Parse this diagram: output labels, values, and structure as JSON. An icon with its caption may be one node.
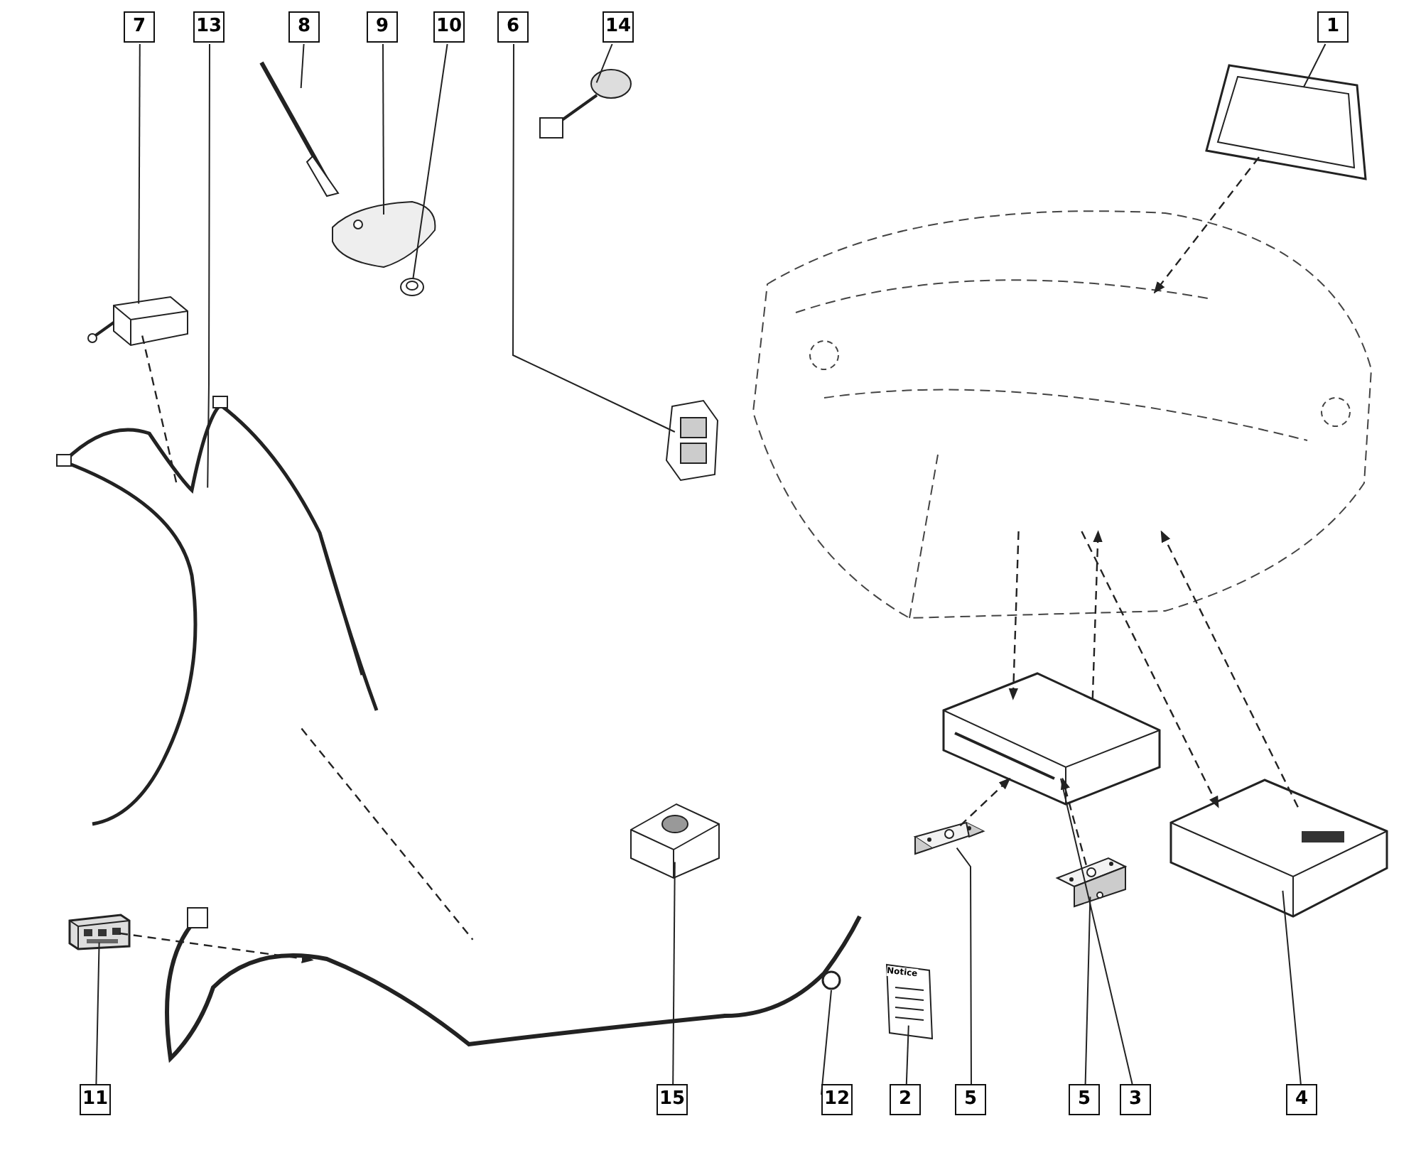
{
  "diagram": {
    "nodes": [
      {
        "text": [
          "7"
        ]
      },
      {
        "text": [
          "13"
        ]
      },
      {
        "text": [
          "8"
        ]
      },
      {
        "text": [
          "9"
        ]
      },
      {
        "text": [
          "10"
        ]
      },
      {
        "text": [
          "6"
        ]
      },
      {
        "text": [
          "14"
        ]
      },
      {
        "text": [
          "1"
        ]
      },
      {
        "text": [
          "11"
        ]
      },
      {
        "text": [
          "15"
        ]
      },
      {
        "text": [
          "12"
        ]
      },
      {
        "text": [
          "2"
        ]
      },
      {
        "text": [
          "5"
        ]
      },
      {
        "text": [
          "5"
        ]
      },
      {
        "text": [
          "3"
        ]
      },
      {
        "text": [
          "4"
        ]
      },
      {
        "text": [],
        "shape": "picture"
      },
      {
        "text": [],
        "shape": "picture"
      },
      {
        "text": [],
        "shape": "picture"
      },
      {
        "text": [],
        "shape": "picture"
      },
      {
        "text": [],
        "shape": "picture"
      },
      {
        "text": [],
        "shape": "picture"
      },
      {
        "text": [],
        "shape": "picture"
      },
      {
        "text": [],
        "shape": "picture"
      },
      {
        "text": [],
        "shape": "picture"
      },
      {
        "text": [],
        "shape": "picture"
      },
      {
        "text": [],
        "shape": "picture"
      },
      {
        "text": [],
        "shape": "picture"
      },
      {
        "text": [],
        "shape": "picture"
      },
      {
        "text": [],
        "shape": "picture"
      },
      {
        "text": [],
        "shape": "picture"
      },
      {
        "text": [],
        "shape": "picture"
      },
      {
        "text": [],
        "shape": "picture"
      }
    ],
    "edges": [
      {
        "from": 0,
        "to": 16,
        "arrow": "none"
      },
      {
        "from": 1,
        "to": 17,
        "arrow": "none"
      },
      {
        "from": 2,
        "to": 18,
        "arrow": "none"
      },
      {
        "from": 3,
        "to": 19,
        "arrow": "none"
      },
      {
        "from": 4,
        "to": 20,
        "arrow": "none"
      },
      {
        "from": 5,
        "to": 21,
        "arrow": "none"
      },
      {
        "from": 6,
        "to": 22,
        "arrow": "none"
      },
      {
        "from": 7,
        "to": 23,
        "arrow": "none"
      },
      {
        "from": 8,
        "to": 25,
        "arrow": "none"
      },
      {
        "from": 9,
        "to": 26,
        "arrow": "none"
      },
      {
        "from": 10,
        "to": 27,
        "arrow": "none"
      },
      {
        "from": 11,
        "to": 28,
        "arrow": "none"
      },
      {
        "from": 12,
        "to": 29,
        "arrow": "none"
      },
      {
        "from": 13,
        "to": 30,
        "arrow": "none"
      },
      {
        "from": 14,
        "to": 31,
        "arrow": "none"
      },
      {
        "from": 15,
        "to": 32,
        "arrow": "none"
      },
      {
        "from": 23,
        "to": 24,
        "arrow": "to",
        "style": "dashed"
      },
      {
        "from": 24,
        "to": 31,
        "arrow": "to",
        "style": "dashed"
      },
      {
        "from": 31,
        "to": 24,
        "arrow": "to",
        "style": "dashed"
      },
      {
        "from": 24,
        "to": 32,
        "arrow": "to",
        "style": "dashed"
      },
      {
        "from": 32,
        "to": 24,
        "arrow": "to",
        "style": "dashed"
      },
      {
        "from": 29,
        "to": 31,
        "arrow": "to",
        "style": "dashed"
      },
      {
        "from": 30,
        "to": 31,
        "arrow": "to",
        "style": "dashed"
      },
      {
        "from": 25,
        "to": 27,
        "arrow": "to",
        "style": "dashed"
      },
      {
        "from": 16,
        "to": 17,
        "arrow": "none",
        "style": "dashed"
      },
      {
        "from": 17,
        "to": 27,
        "arrow": "none",
        "style": "dashed"
      }
    ],
    "labels": [
      "Notice"
    ]
  }
}
